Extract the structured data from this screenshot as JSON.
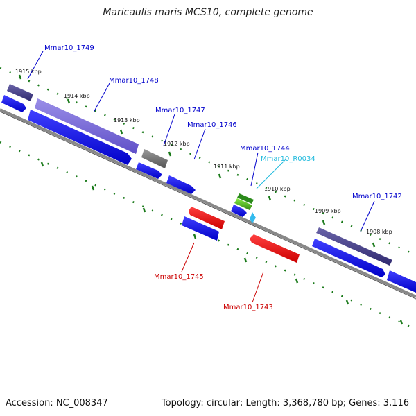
{
  "title": "Maricaulis maris MCS10, complete genome",
  "ticks": [
    {
      "label": "1915 kbp"
    },
    {
      "label": "1914 kbp"
    },
    {
      "label": "1913 kbp"
    },
    {
      "label": "1912 kbp"
    },
    {
      "label": "1911 kbp"
    },
    {
      "label": "1910 kbp"
    },
    {
      "label": "1909 kbp"
    },
    {
      "label": "1908 kbp"
    }
  ],
  "genes": [
    {
      "label": "Mmar10_1749",
      "strand": "plus",
      "color": "#0000cc"
    },
    {
      "label": "Mmar10_1748",
      "strand": "plus",
      "color": "#0000cc"
    },
    {
      "label": "Mmar10_1747",
      "strand": "plus",
      "color": "#0000cc"
    },
    {
      "label": "Mmar10_1746",
      "strand": "plus",
      "color": "#0000cc"
    },
    {
      "label": "Mmar10_1745",
      "strand": "minus",
      "color": "#cc0000"
    },
    {
      "label": "Mmar10_1744",
      "strand": "plus",
      "color": "#0000cc"
    },
    {
      "label": "Mmar10_R0034",
      "strand": "plus",
      "color": "#22bbdd"
    },
    {
      "label": "Mmar10_1743",
      "strand": "minus",
      "color": "#cc0000"
    },
    {
      "label": "Mmar10_1742",
      "strand": "plus",
      "color": "#0000cc"
    }
  ],
  "footer": {
    "accession": "Accession: NC_008347",
    "summary": "Topology: circular; Length: 3,368,780 bp; Genes: 3,116"
  }
}
